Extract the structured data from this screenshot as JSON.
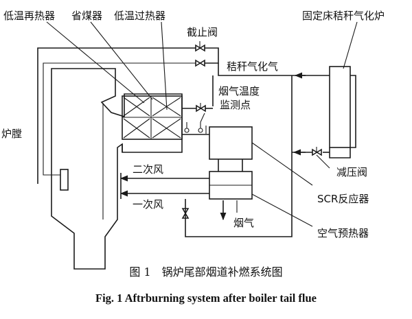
{
  "labels": {
    "low_temp_reheater": "低温再热器",
    "economizer": "省煤器",
    "low_temp_superheater": "低温过热器",
    "gasifier": "固定床秸秆气化炉",
    "stop_valve": "截止阀",
    "straw_gas": "秸秆气化气",
    "flue_temp_line1": "烟气温度",
    "flue_temp_line2": "监测点",
    "furnace": "炉膛",
    "secondary_air": "二次风",
    "primary_air": "一次风",
    "pressure_reducing_valve": "减压阀",
    "scr_reactor": "SCR反应器",
    "flue_gas": "烟气",
    "air_preheater": "空气预热器"
  },
  "caption": {
    "zh": "图 1　锅炉尾部烟道补燃系统图",
    "en": "Fig. 1 Aftrburning system after boiler tail flue"
  }
}
